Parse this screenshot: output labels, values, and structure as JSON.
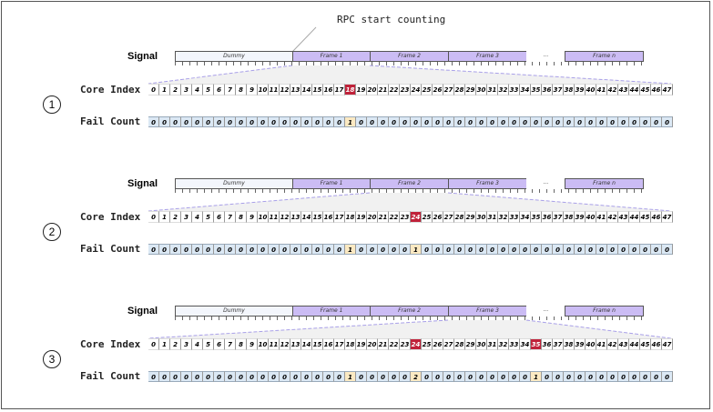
{
  "annotation": "RPC start counting",
  "signal": {
    "label": "Signal",
    "segments": [
      "Dummy",
      "Frame 1",
      "Frame 2",
      "Frame 3",
      "...",
      "Frame n"
    ]
  },
  "core_label": "Core Index",
  "fail_label": "Fail Count",
  "core_indices": [
    0,
    1,
    2,
    3,
    4,
    5,
    6,
    7,
    8,
    9,
    10,
    11,
    12,
    13,
    14,
    15,
    16,
    17,
    18,
    19,
    20,
    21,
    22,
    23,
    24,
    25,
    26,
    27,
    28,
    29,
    30,
    31,
    32,
    33,
    34,
    35,
    36,
    37,
    38,
    39,
    40,
    41,
    42,
    43,
    44,
    45,
    46,
    47
  ],
  "colors": {
    "highlight": "#c0223a",
    "fail_highlight": "#fbe9c2",
    "frame": "#cbbcf4",
    "dummy": "#f3f6fc"
  },
  "steps": [
    {
      "number": "1",
      "frame_index": 1,
      "highlight_cores": [
        18
      ],
      "fail_counts": {
        "18": 1
      }
    },
    {
      "number": "2",
      "frame_index": 2,
      "highlight_cores": [
        24
      ],
      "fail_counts": {
        "18": 1,
        "24": 1
      }
    },
    {
      "number": "3",
      "frame_index": 3,
      "highlight_cores": [
        24,
        35
      ],
      "fail_counts": {
        "18": 1,
        "24": 2,
        "35": 1
      }
    }
  ]
}
